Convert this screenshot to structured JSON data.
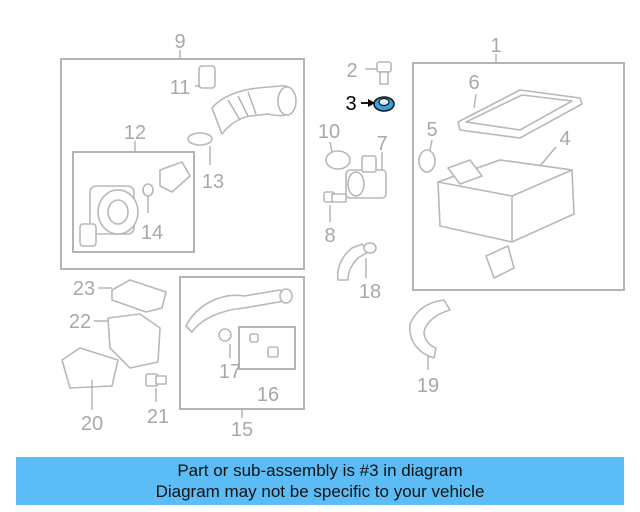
{
  "labels": {
    "n1": "1",
    "n2": "2",
    "n3": "3",
    "n4": "4",
    "n5": "5",
    "n6": "6",
    "n7": "7",
    "n8": "8",
    "n9": "9",
    "n10": "10",
    "n11": "11",
    "n12": "12",
    "n13": "13",
    "n14": "14",
    "n15": "15",
    "n16": "16",
    "n17": "17",
    "n18": "18",
    "n19": "19",
    "n20": "20",
    "n21": "21",
    "n22": "22",
    "n23": "23"
  },
  "highlight_part": "3",
  "colors": {
    "banner": "#5bbcf6",
    "highlight_part": "#3aa0e0",
    "line": "#b4b4b4"
  },
  "banner": {
    "line1": "Part or sub-assembly is #3 in diagram",
    "line2": "Diagram may not be specific to your vehicle"
  }
}
